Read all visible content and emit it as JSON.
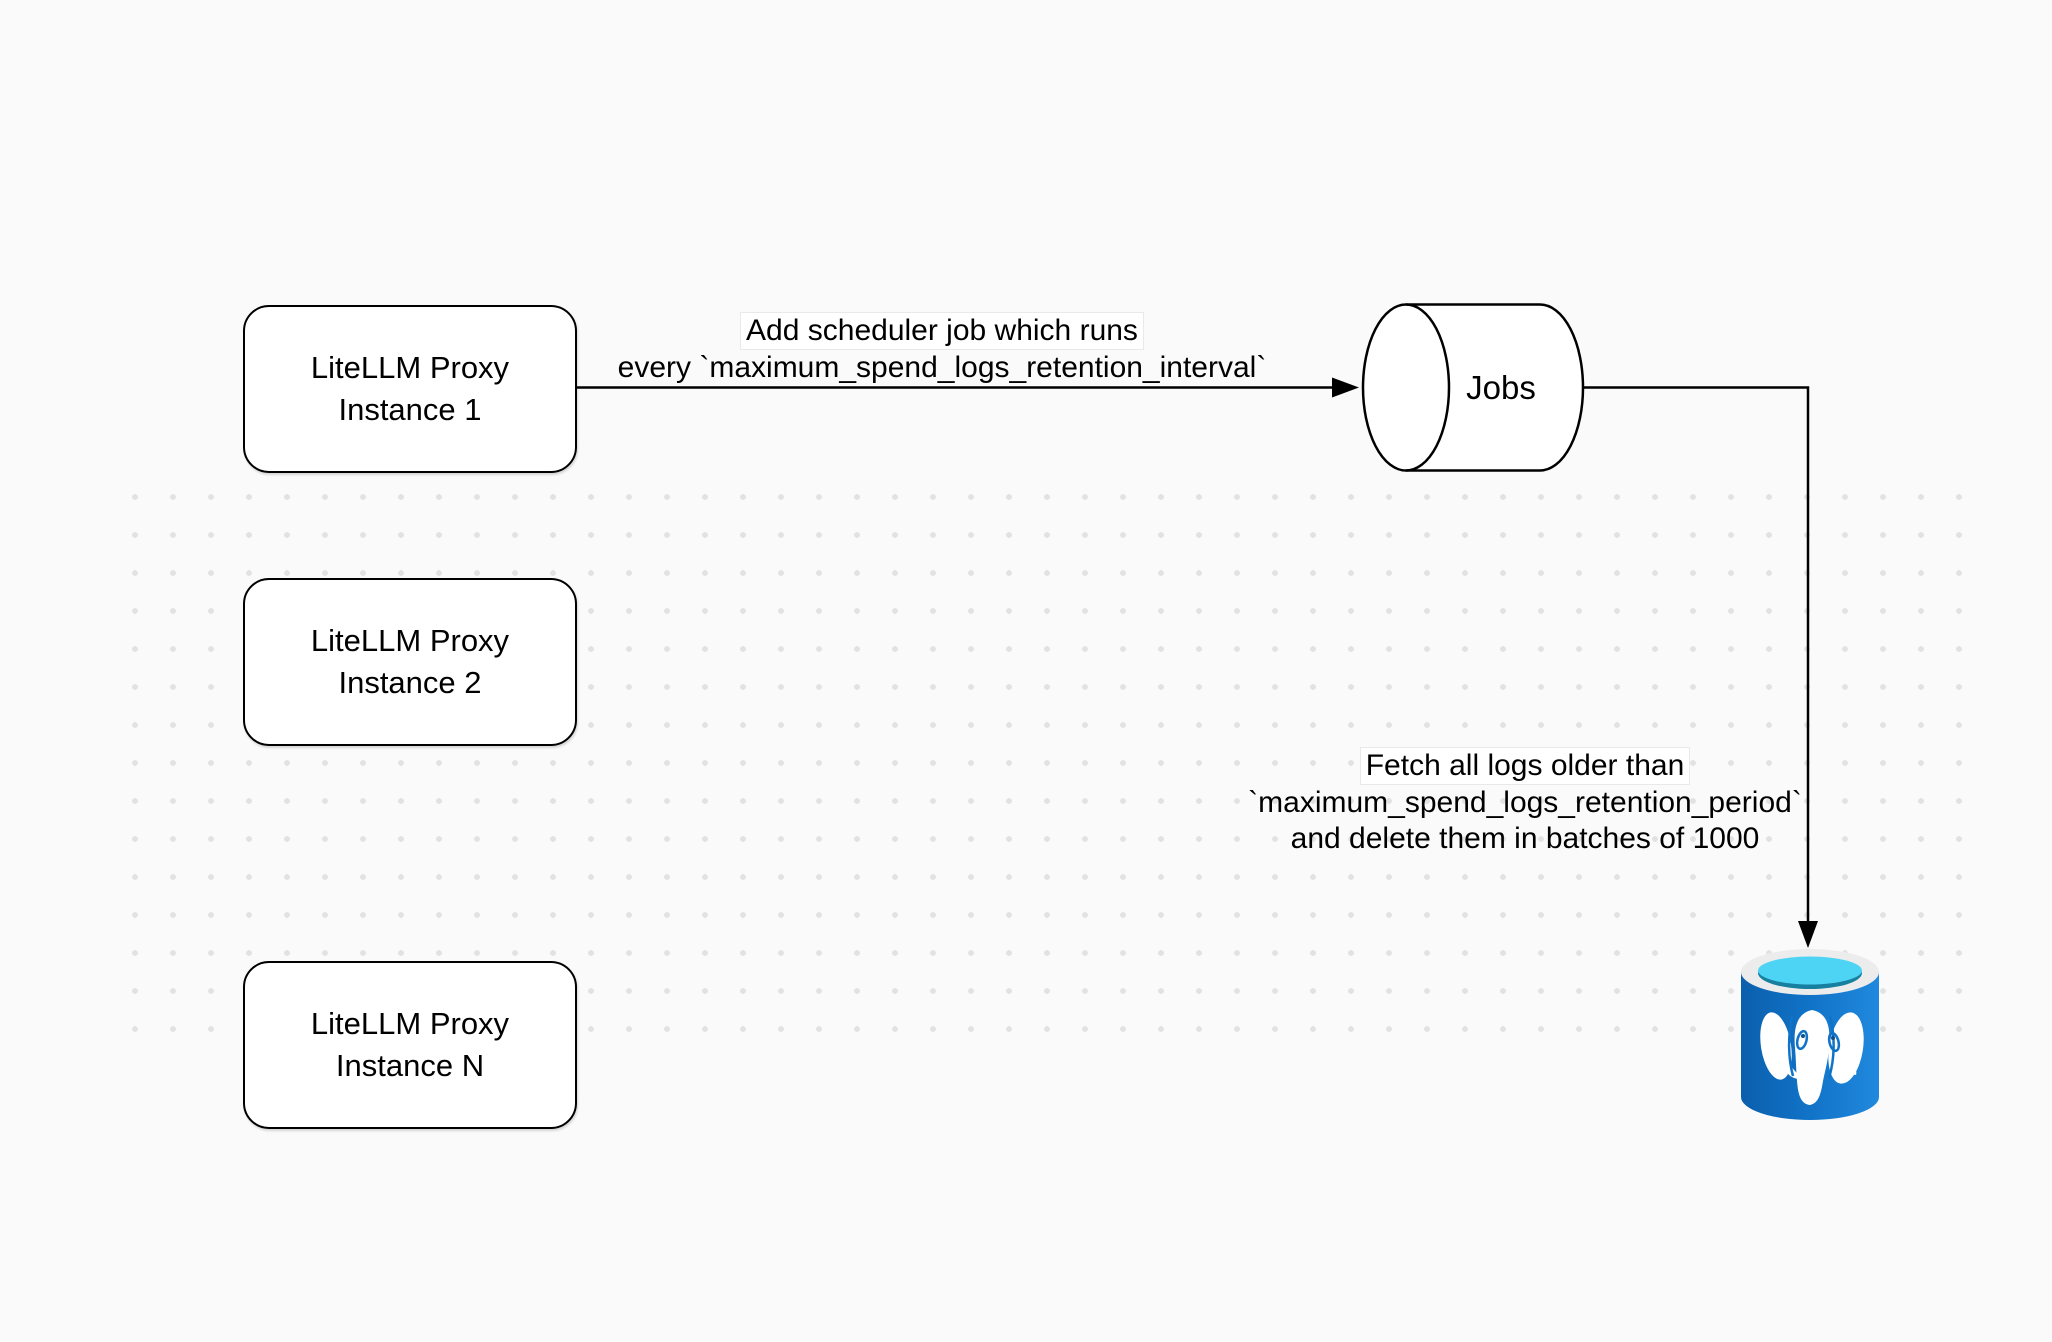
{
  "canvas": {
    "background_color": "#fafafa",
    "dot_color": "#e2e2e2"
  },
  "nodes": {
    "proxy_instance_1": {
      "line1": "LiteLLM Proxy",
      "line2": "Instance 1"
    },
    "proxy_instance_2": {
      "line1": "LiteLLM Proxy",
      "line2": "Instance 2"
    },
    "proxy_instance_n": {
      "line1": "LiteLLM Proxy",
      "line2": "Instance N"
    },
    "jobs_queue": {
      "label": "Jobs"
    },
    "postgres_db": {
      "icon": "postgresql-database-icon",
      "body_color": "#1173c7",
      "top_color": "#4dd4f4",
      "rim_color": "#ececec",
      "inner_shade_color": "#177f9f"
    }
  },
  "edges": {
    "add_scheduler_job": {
      "line1": "Add scheduler job which runs",
      "line2": "every `maximum_spend_logs_retention_interval`"
    },
    "fetch_and_delete": {
      "line1": "Fetch all logs older than",
      "line2": "`maximum_spend_logs_retention_period`",
      "line3": "and delete them in batches of 1000"
    }
  }
}
